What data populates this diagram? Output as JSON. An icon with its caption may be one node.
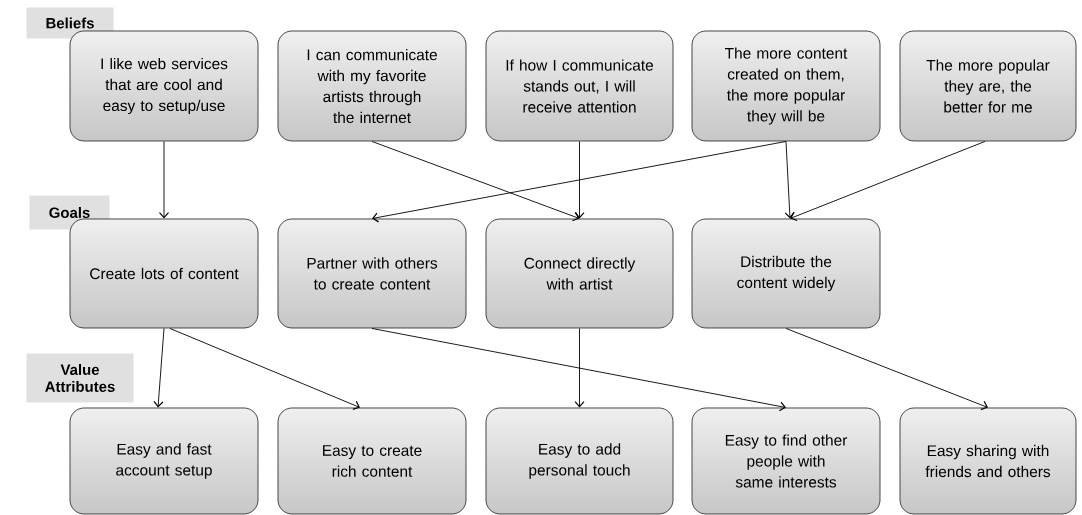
{
  "diagram": {
    "nodes": [
      {
        "text": [
          "Beliefs"
        ]
      },
      {
        "text": [
          "I like web services that are cool and easy to setup/use"
        ]
      },
      {
        "text": [
          "I can communicate with my favorite artists through the internet"
        ]
      },
      {
        "text": [
          "If how I communicate stands out,  I will receive attention"
        ]
      },
      {
        "text": [
          "The more content created on them, the more popular they will be"
        ]
      },
      {
        "text": [
          "The more popular they are, the better for me"
        ]
      },
      {
        "text": [
          "Goals"
        ]
      },
      {
        "text": [
          "Create lots of content"
        ]
      },
      {
        "text": [
          "Partner with others to create content"
        ]
      },
      {
        "text": [
          "Connect directly with artist"
        ]
      },
      {
        "text": [
          "Distribute the content widely"
        ]
      },
      {
        "text": [
          "Value Attributes"
        ]
      },
      {
        "text": [
          "Easy and fast account  setup"
        ]
      },
      {
        "text": [
          "Easy to create rich content"
        ]
      },
      {
        "text": [
          "Easy to  add personal touch"
        ]
      },
      {
        "text": [
          "Easy to find other people with same interests"
        ]
      },
      {
        "text": [
          "Easy sharing with friends and others"
        ]
      }
    ],
    "edges": [
      {
        "from": 1,
        "to": 7,
        "arrow": "to"
      },
      {
        "from": 2,
        "to": 9,
        "arrow": "to"
      },
      {
        "from": 3,
        "to": 9,
        "arrow": "to"
      },
      {
        "from": 4,
        "to": 8,
        "arrow": "to"
      },
      {
        "from": 4,
        "to": 10,
        "arrow": "to"
      },
      {
        "from": 5,
        "to": 10,
        "arrow": "to"
      },
      {
        "from": 7,
        "to": 12,
        "arrow": "to"
      },
      {
        "from": 7,
        "to": 13,
        "arrow": "to"
      },
      {
        "from": 8,
        "to": 15,
        "arrow": "to"
      },
      {
        "from": 9,
        "to": 14,
        "arrow": "to"
      },
      {
        "from": 10,
        "to": 16,
        "arrow": "to"
      }
    ]
  }
}
